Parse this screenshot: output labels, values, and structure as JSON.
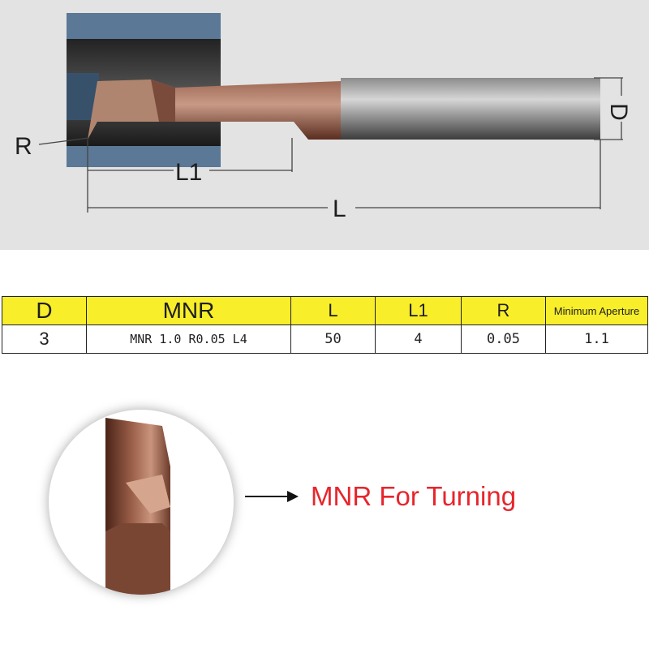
{
  "diagram": {
    "labels": {
      "R": "R",
      "L1": "L1",
      "L": "L",
      "D": "D"
    }
  },
  "table": {
    "headers": [
      "D",
      "MNR",
      "L",
      "L1",
      "R",
      "Minimum Aperture"
    ],
    "row": [
      "3",
      "MNR 1.0 R0.05 L4",
      "50",
      "4",
      "0.05",
      "1.1"
    ],
    "header_color": "#f8ee2a"
  },
  "caption": {
    "text": "MNR For Turning",
    "color": "#e7252c",
    "arrow_icon": "right-arrow-icon"
  }
}
